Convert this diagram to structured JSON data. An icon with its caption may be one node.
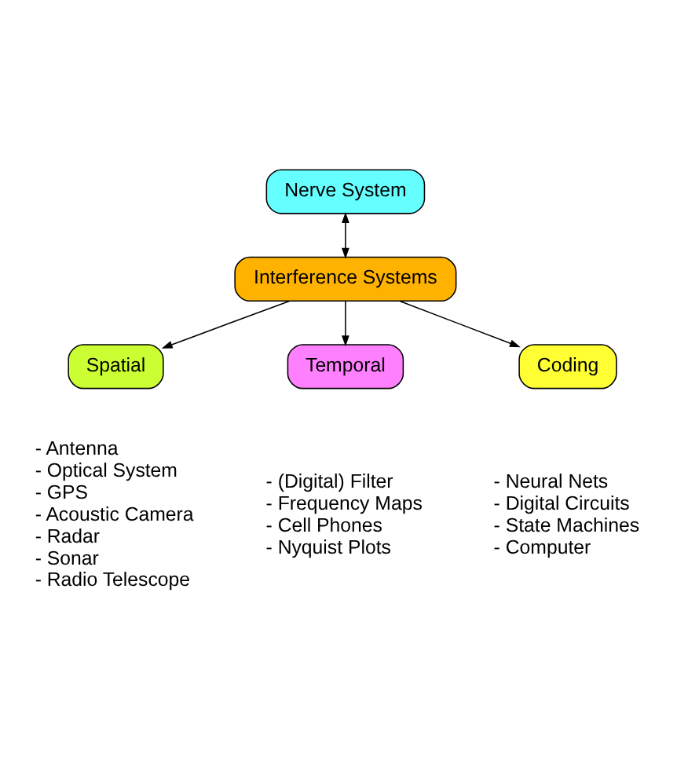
{
  "diagram": {
    "nodes": [
      {
        "text": [
          "Nerve System"
        ]
      },
      {
        "text": [
          "Interference Systems"
        ]
      },
      {
        "text": [
          "Spatial"
        ],
        "beside": [
          "- Antenna",
          "- Optical System",
          "- GPS",
          "- Acoustic Camera",
          "- Radar",
          "- Sonar",
          "- Radio Telescope"
        ]
      },
      {
        "text": [
          "Temporal"
        ],
        "beside": [
          "- (Digital) Filter",
          "- Frequency Maps",
          "- Cell Phones",
          "- Nyquist Plots"
        ]
      },
      {
        "text": [
          "Coding"
        ],
        "beside": [
          "- Neural Nets",
          "- Digital Circuits",
          "- State Machines",
          "- Computer"
        ]
      }
    ],
    "edges": [
      {
        "from": 1,
        "to": 0,
        "arrow": "both"
      },
      {
        "from": 1,
        "to": 2,
        "arrow": "to"
      },
      {
        "from": 1,
        "to": 3,
        "arrow": "to"
      },
      {
        "from": 1,
        "to": 4,
        "arrow": "to"
      }
    ]
  }
}
